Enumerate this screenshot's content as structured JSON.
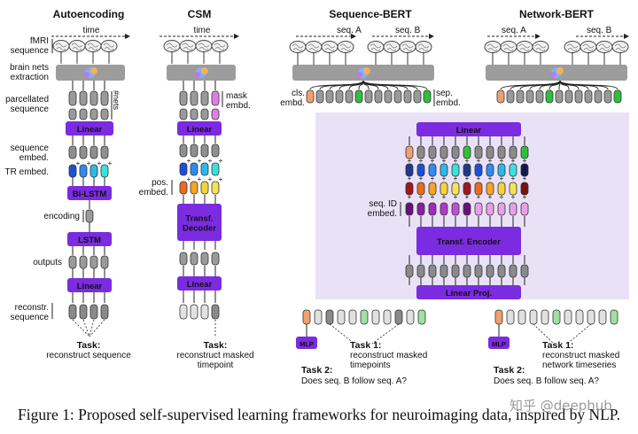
{
  "panels": {
    "autoencoding": {
      "title": "Autoencoding",
      "time": "time",
      "labels": {
        "fmri": [
          "fMRI",
          "sequence"
        ],
        "brain_nets": [
          "brain nets",
          "extraction"
        ],
        "parcellated": [
          "parcellated",
          "sequence"
        ],
        "nets": "#nets",
        "seq_embed": [
          "sequence",
          "embed."
        ],
        "tr_embed": "TR embed.",
        "encoding": "encoding",
        "outputs": "outputs",
        "reconstr": [
          "reconstr.",
          "sequence"
        ]
      },
      "boxes": {
        "linear1": "Linear",
        "bilstm": "Bi-LSTM",
        "lstm": "LSTM",
        "linear2": "Linear"
      },
      "task": {
        "title": "Task:",
        "text": [
          "reconstruct sequence"
        ]
      }
    },
    "csm": {
      "title": "CSM",
      "time": "time",
      "labels": {
        "mask_embd": [
          "mask",
          "embd."
        ],
        "pos_embed": [
          "pos.",
          "embed."
        ]
      },
      "boxes": {
        "linear1": "Linear",
        "decoder": [
          "Transf.",
          "Decoder"
        ],
        "linear2": "Linear"
      },
      "task": {
        "title": "Task:",
        "text": [
          "reconstruct masked",
          "timepoint"
        ]
      }
    },
    "sequence_bert": {
      "title": "Sequence-BERT",
      "seq_a": "seq. A",
      "seq_b": "seq. B",
      "labels": {
        "cls": [
          "cls.",
          "embd."
        ],
        "sep": [
          "sep.",
          "embd."
        ]
      }
    },
    "network_bert": {
      "title": "Network-BERT",
      "seq_a": "seq. A",
      "seq_b": "seq. B"
    },
    "shared": {
      "linear": "Linear",
      "seq_id": [
        "seq. ID",
        "embed."
      ],
      "encoder": "Transf. Encoder",
      "linear_proj": "Linear Proj.",
      "mlp": "MLP",
      "seq_task1": {
        "title": "Task 1:",
        "text": [
          "reconstruct masked",
          "timepoints"
        ]
      },
      "seq_task2": {
        "title": "Task 2:",
        "text": [
          "Does seq. B follow seq. A?"
        ]
      },
      "net_task1": {
        "title": "Task 1:",
        "text": [
          "reconstruct masked",
          "network timeseries"
        ]
      },
      "net_task2": {
        "title": "Task 2:",
        "text": [
          "Does seq. B follow seq. A?"
        ]
      }
    }
  },
  "caption": "Figure 1: Proposed self-supervised learning frameworks for neuroimaging data, inspired by NLP.",
  "watermark": "知乎 @deephub",
  "colors": {
    "purple": "#7b2be0",
    "lavender": "#e9e2f7",
    "gray": "#9a9a9a",
    "dark_gray": "#6e6e6e",
    "light_gray": "#d9d9d9",
    "orange": "#f0a070",
    "green": "#2fbf3a",
    "pink": "#e080e6",
    "faded_green": "#9fe0a0"
  },
  "icons": [
    "brain-icon",
    "brain-network-icon",
    "arrow-right-icon"
  ]
}
